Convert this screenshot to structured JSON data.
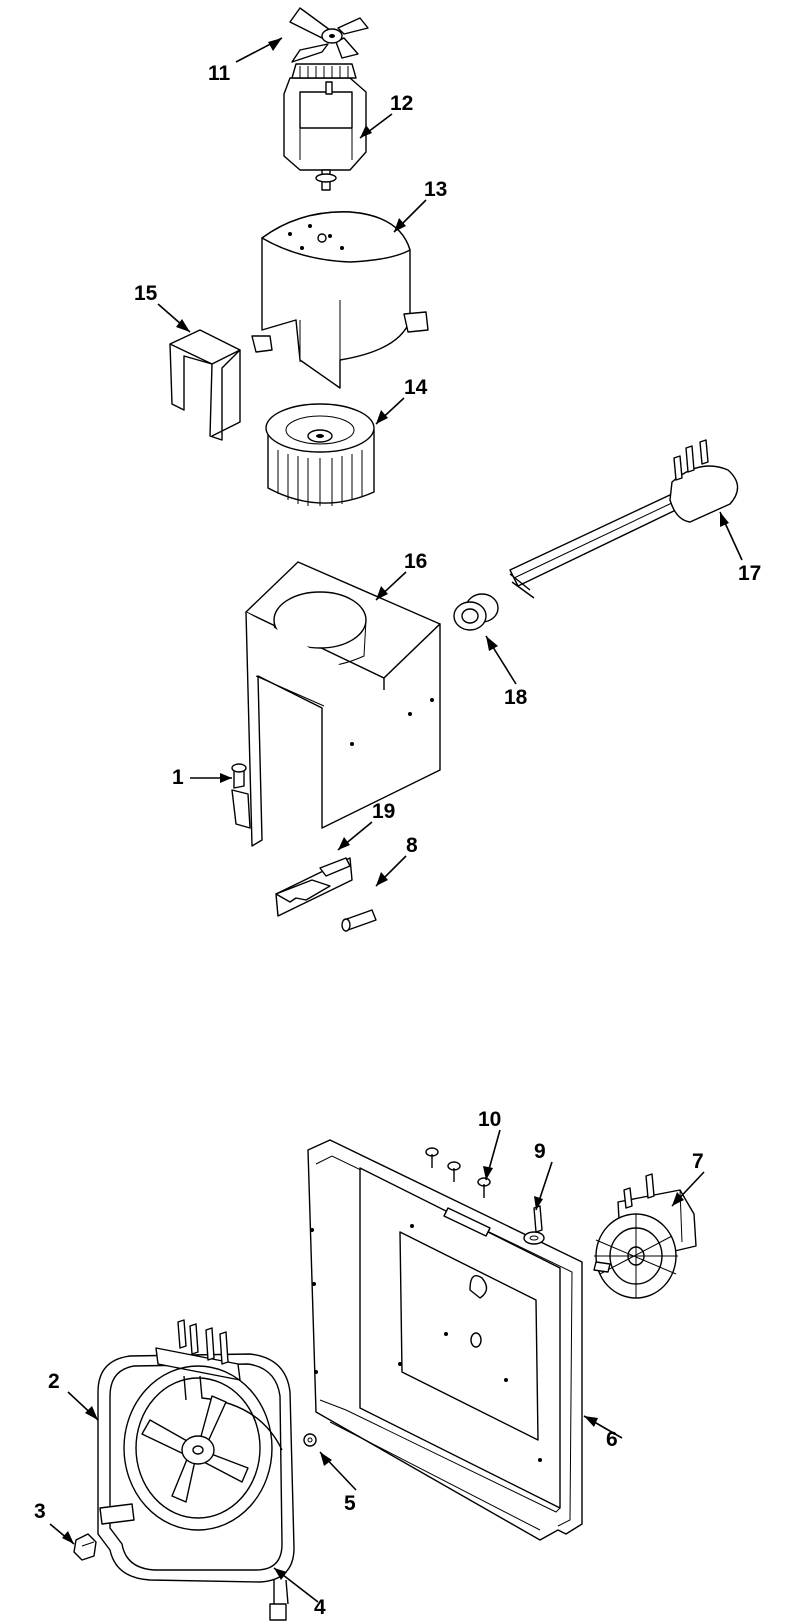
{
  "callouts": [
    {
      "id": "11",
      "label": "11"
    },
    {
      "id": "12",
      "label": "12"
    },
    {
      "id": "13",
      "label": "13"
    },
    {
      "id": "15",
      "label": "15"
    },
    {
      "id": "14",
      "label": "14"
    },
    {
      "id": "17",
      "label": "17"
    },
    {
      "id": "16",
      "label": "16"
    },
    {
      "id": "18",
      "label": "18"
    },
    {
      "id": "1",
      "label": "1"
    },
    {
      "id": "19",
      "label": "19"
    },
    {
      "id": "8",
      "label": "8"
    },
    {
      "id": "10",
      "label": "10"
    },
    {
      "id": "9",
      "label": "9"
    },
    {
      "id": "7",
      "label": "7"
    },
    {
      "id": "2",
      "label": "2"
    },
    {
      "id": "6",
      "label": "6"
    },
    {
      "id": "3",
      "label": "3"
    },
    {
      "id": "5",
      "label": "5"
    },
    {
      "id": "4",
      "label": "4"
    }
  ],
  "parts": [
    {
      "id": "11",
      "icon": "fan-blade-icon"
    },
    {
      "id": "12",
      "icon": "motor-icon"
    },
    {
      "id": "13",
      "icon": "blower-housing-icon"
    },
    {
      "id": "14",
      "icon": "blower-wheel-icon"
    },
    {
      "id": "15",
      "icon": "bracket-icon"
    },
    {
      "id": "16",
      "icon": "duct-housing-icon"
    },
    {
      "id": "17",
      "icon": "power-cord-icon"
    },
    {
      "id": "18",
      "icon": "grommet-icon"
    },
    {
      "id": "1",
      "icon": "screw-icon"
    },
    {
      "id": "19",
      "icon": "fuse-holder-icon"
    },
    {
      "id": "8",
      "icon": "fuse-icon"
    },
    {
      "id": "10",
      "icon": "screw-icon"
    },
    {
      "id": "9",
      "icon": "thermostat-icon"
    },
    {
      "id": "7",
      "icon": "convection-motor-icon"
    },
    {
      "id": "6",
      "icon": "convection-panel-icon"
    },
    {
      "id": "2",
      "icon": "heating-element-icon"
    },
    {
      "id": "3",
      "icon": "nut-icon"
    },
    {
      "id": "4",
      "icon": "convection-fan-icon"
    },
    {
      "id": "5",
      "icon": "nut-icon"
    }
  ]
}
